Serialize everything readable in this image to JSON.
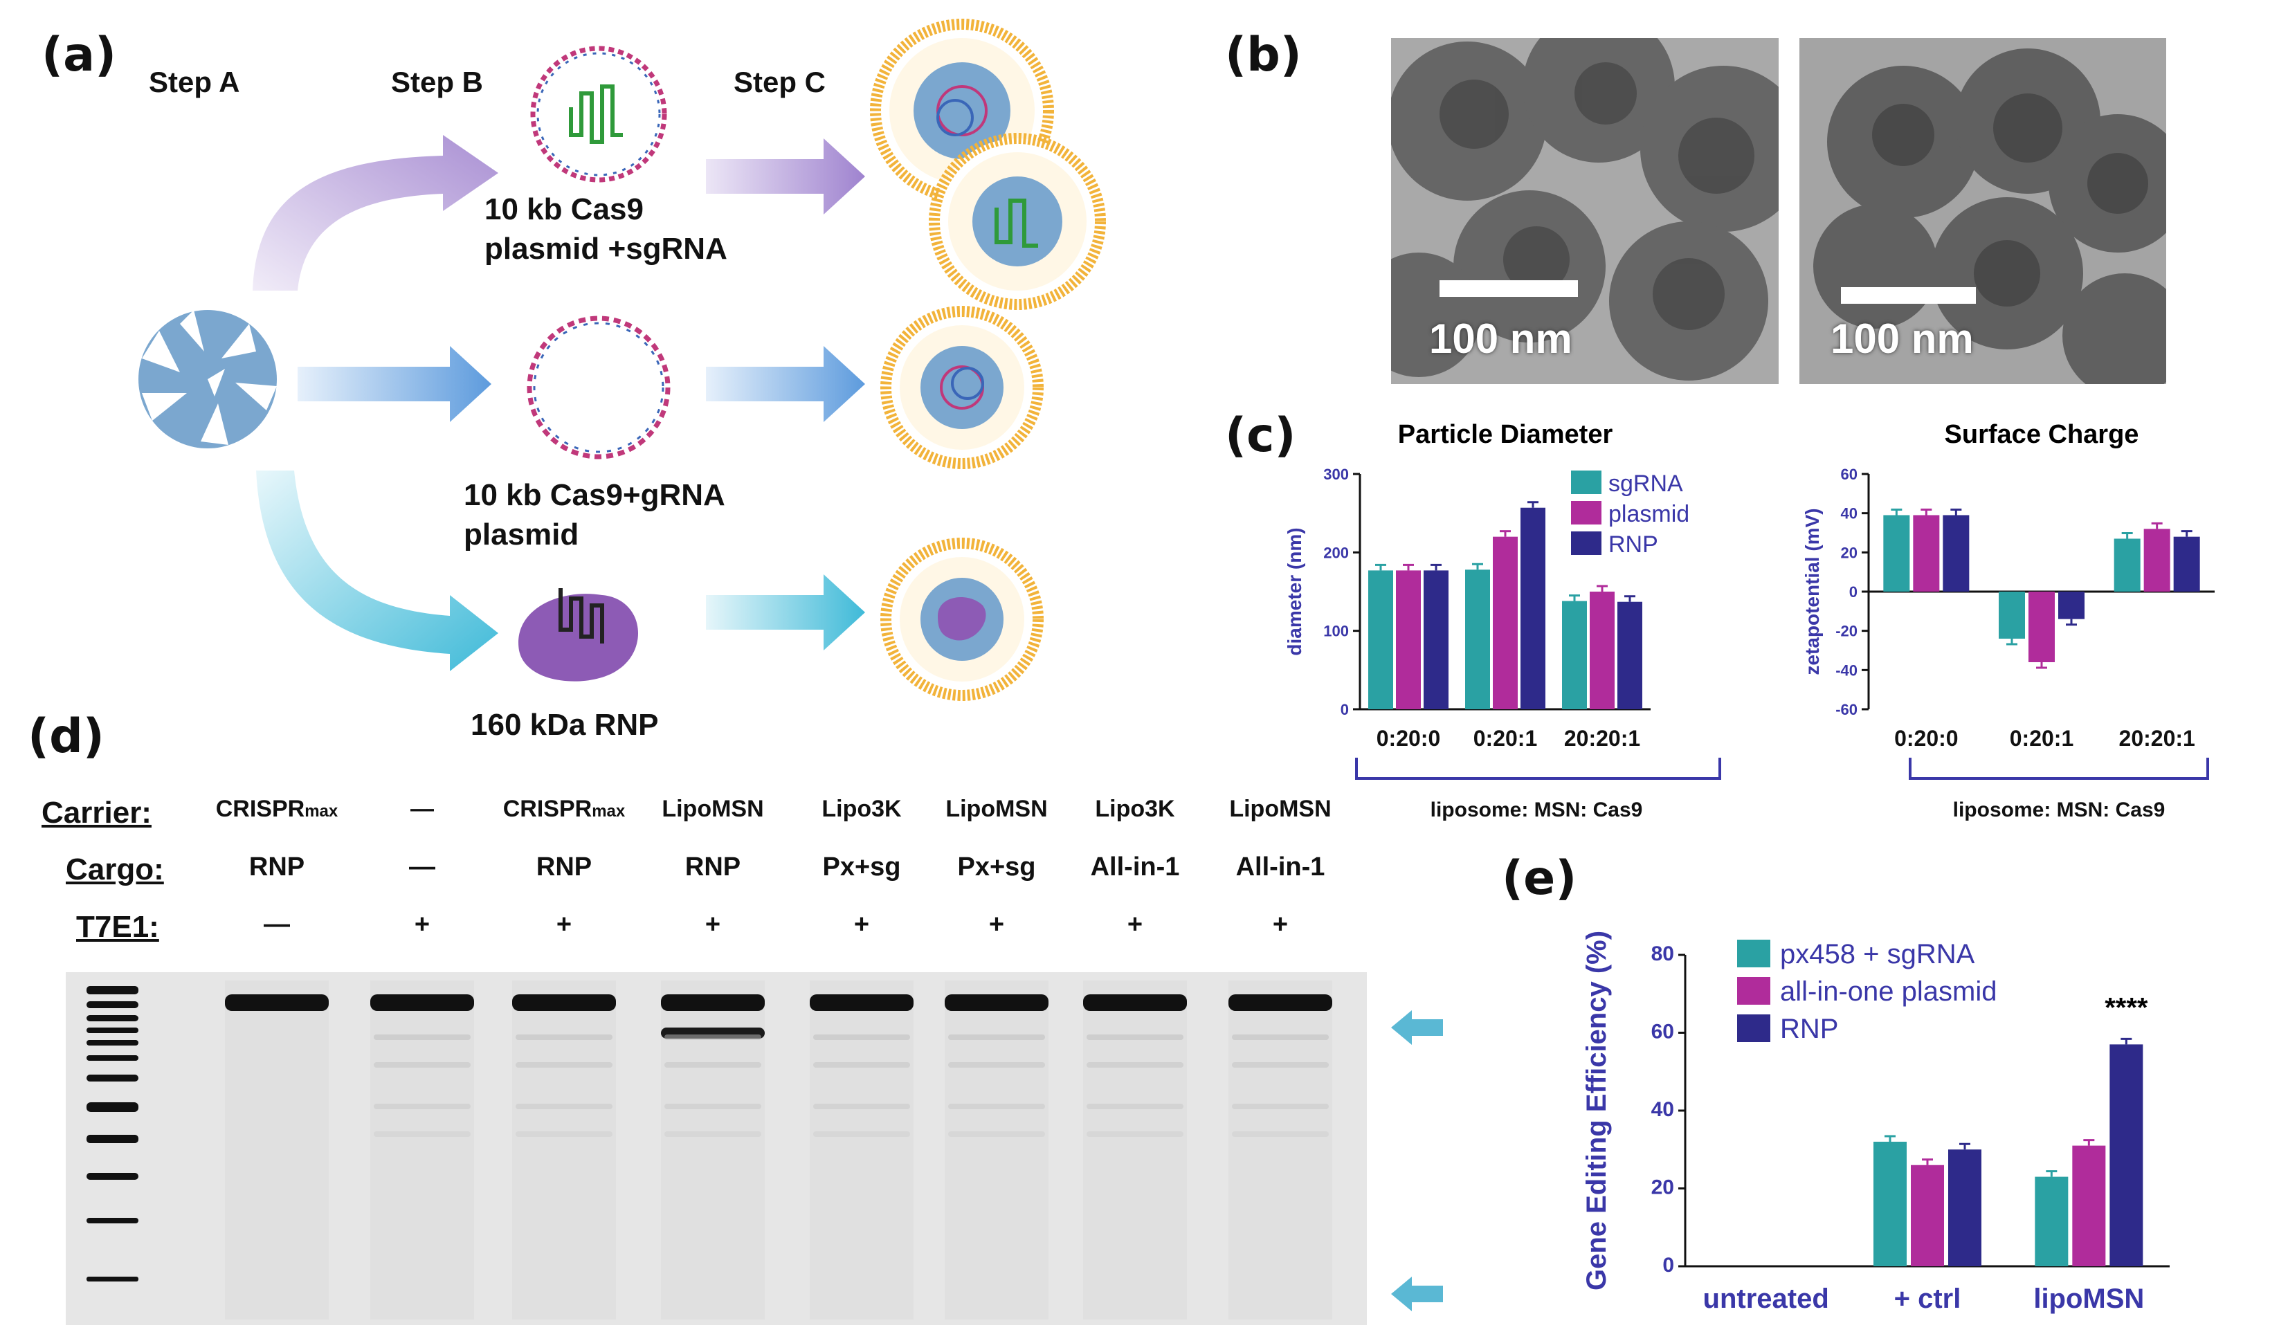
{
  "panels": {
    "a": "(a)",
    "b": "(b)",
    "c": "(c)",
    "d": "(d)",
    "e": "(e)"
  },
  "panel_a": {
    "steps": [
      "Step A",
      "Step B",
      "Step C"
    ],
    "cargo_1": [
      "10 kb Cas9",
      "plasmid +sgRNA"
    ],
    "cargo_2": [
      "10 kb Cas9+gRNA",
      "plasmid"
    ],
    "cargo_3": [
      "160 kDa RNP"
    ],
    "colors": {
      "arrow1": "#b39ad6",
      "arrow2": "#6ea7de",
      "arrow3": "#5ec5da",
      "msn": "#7ba7cf",
      "lipid": "#f2b33a",
      "rnp": "#8d5bb5"
    }
  },
  "panel_b": {
    "scale_bar_left": "100 nm",
    "scale_bar_right": "100 nm"
  },
  "chart_data": [
    {
      "id": "c_left",
      "type": "bar",
      "title": "Particle Diameter",
      "ylabel": "diameter (nm)",
      "xlabel": "liposome: MSN: Cas9",
      "ylim": [
        0,
        300
      ],
      "yticks": [
        "0",
        "100",
        "200",
        "300"
      ],
      "categories": [
        "0:20:0",
        "0:20:1",
        "20:20:1"
      ],
      "series": [
        {
          "name": "sgRNA",
          "color": "#2aa1a3",
          "values": [
            177,
            178,
            138
          ]
        },
        {
          "name": "plasmid",
          "color": "#b02c9b",
          "values": [
            177,
            220,
            150
          ]
        },
        {
          "name": "RNP",
          "color": "#2e2a8a",
          "values": [
            177,
            257,
            137
          ]
        }
      ],
      "legend": "top-right"
    },
    {
      "id": "c_right",
      "type": "bar",
      "title": "Surface Charge",
      "ylabel": "zetapotential (mV)",
      "xlabel": "liposome: MSN: Cas9",
      "ylim": [
        -60,
        60
      ],
      "yticks": [
        "60",
        "40",
        "20",
        "0",
        "-20",
        "-40",
        "-60"
      ],
      "categories": [
        "0:20:0",
        "0:20:1",
        "20:20:1"
      ],
      "series": [
        {
          "name": "sgRNA",
          "color": "#2aa1a3",
          "values": [
            39,
            -24,
            27
          ]
        },
        {
          "name": "plasmid",
          "color": "#b02c9b",
          "values": [
            39,
            -36,
            32
          ]
        },
        {
          "name": "RNP",
          "color": "#2e2a8a",
          "values": [
            39,
            -14,
            28
          ]
        }
      ]
    },
    {
      "id": "e",
      "type": "bar",
      "ylabel": "Gene Editing Efficiency (%)",
      "ylim": [
        0,
        80
      ],
      "yticks": [
        "0",
        "20",
        "40",
        "60",
        "80"
      ],
      "categories": [
        "untreated",
        "+ ctrl",
        "lipoMSN"
      ],
      "series": [
        {
          "name": "px458 + sgRNA",
          "color": "#2aa1a3",
          "values": [
            0,
            32,
            23
          ]
        },
        {
          "name": "all-in-one plasmid",
          "color": "#b02c9b",
          "values": [
            0,
            26,
            31
          ]
        },
        {
          "name": "RNP",
          "color": "#2e2a8a",
          "values": [
            0,
            30,
            57
          ]
        }
      ],
      "annotation": "****",
      "legend": "top-left"
    }
  ],
  "panel_d": {
    "row_labels": [
      "Carrier:",
      "Cargo:",
      "T7E1:"
    ],
    "carrier": [
      "CRISPR",
      "—",
      "CRISPR",
      "LipoMSN",
      "Lipo3K",
      "LipoMSN",
      "Lipo3K",
      "LipoMSN"
    ],
    "carrier_sub": [
      "max",
      "",
      "max",
      "",
      "",
      "",
      "",
      ""
    ],
    "cargo": [
      "RNP",
      "—",
      "RNP",
      "RNP",
      "Px+sg",
      "Px+sg",
      "All-in-1",
      "All-in-1"
    ],
    "t7e1": [
      "—",
      "+",
      "+",
      "+",
      "+",
      "+",
      "+",
      "+"
    ],
    "arrow_color": "#5ab8d4"
  }
}
